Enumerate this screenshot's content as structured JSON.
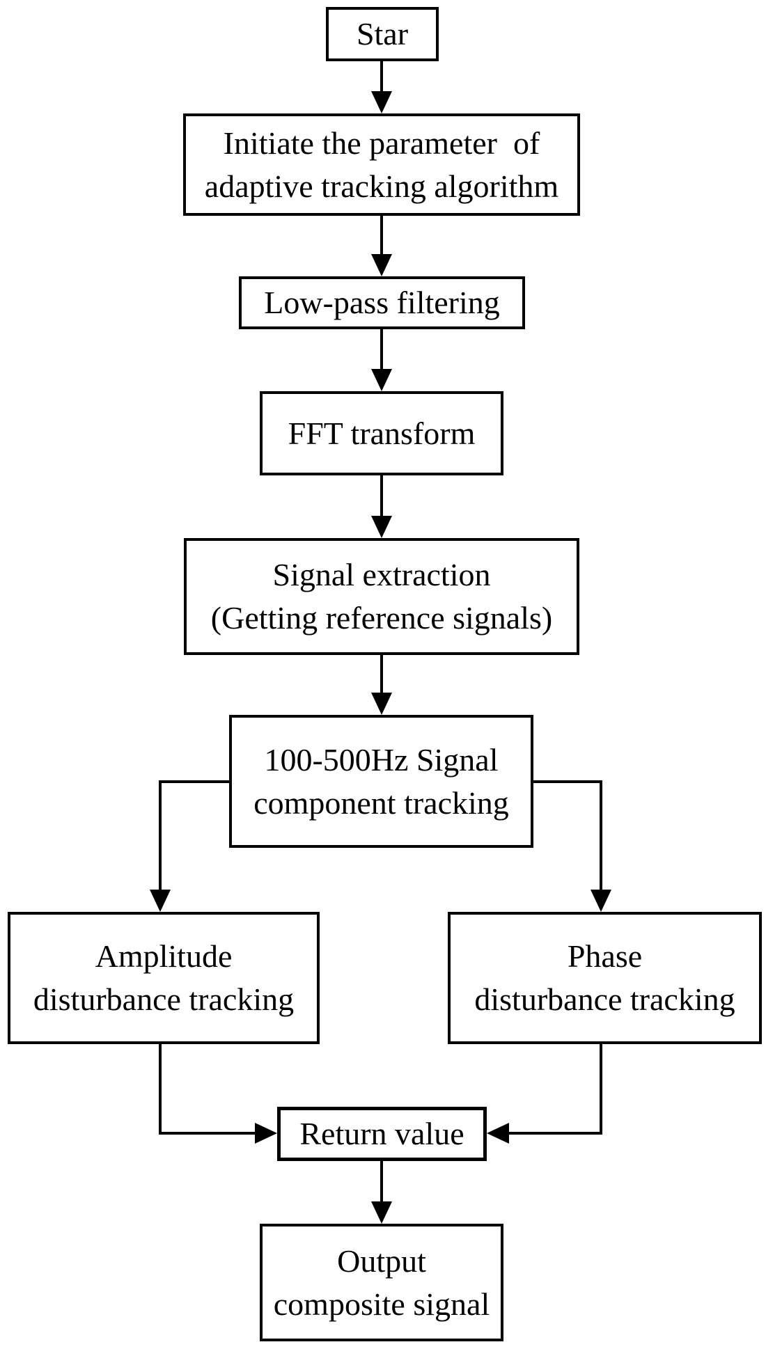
{
  "diagram": {
    "type": "flowchart",
    "background_color": "#ffffff",
    "line_color": "#000000",
    "nodes": {
      "start": {
        "label": "Star"
      },
      "init": {
        "label": "Initiate the parameter  of\nadaptive tracking algorithm"
      },
      "lowpass": {
        "label": "Low-pass filtering"
      },
      "fft": {
        "label": "FFT transform"
      },
      "extract": {
        "label": "Signal extraction\n(Getting reference signals)"
      },
      "track": {
        "label": "100-500Hz Signal\ncomponent tracking"
      },
      "amplitude": {
        "label": "Amplitude\ndisturbance tracking"
      },
      "phase": {
        "label": "Phase\ndisturbance tracking"
      },
      "return": {
        "label": "Return value"
      },
      "output": {
        "label": "Output\ncomposite signal"
      }
    },
    "edges": [
      {
        "from": "start",
        "to": "init"
      },
      {
        "from": "init",
        "to": "lowpass"
      },
      {
        "from": "lowpass",
        "to": "fft"
      },
      {
        "from": "fft",
        "to": "extract"
      },
      {
        "from": "extract",
        "to": "track"
      },
      {
        "from": "track",
        "to": "amplitude"
      },
      {
        "from": "track",
        "to": "phase"
      },
      {
        "from": "amplitude",
        "to": "return"
      },
      {
        "from": "phase",
        "to": "return"
      },
      {
        "from": "return",
        "to": "output"
      }
    ]
  }
}
